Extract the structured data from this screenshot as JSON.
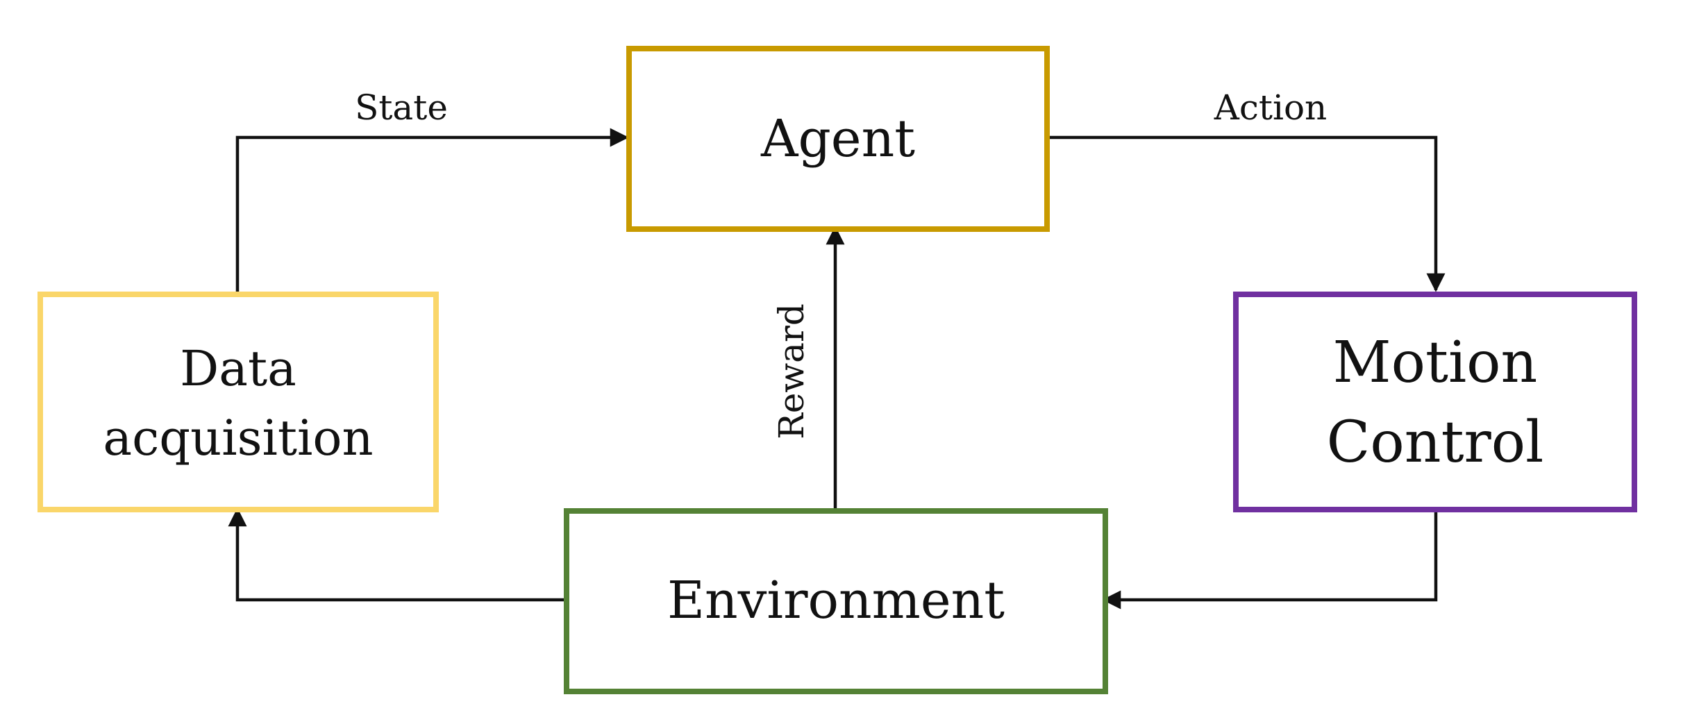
{
  "diagram": {
    "nodes": {
      "agent": {
        "lines": [
          "Agent"
        ],
        "color": "#C89A00"
      },
      "data_acquisition": {
        "lines": [
          "Data",
          "acquisition"
        ],
        "color": "#FAD66A"
      },
      "motion_control": {
        "lines": [
          "Motion",
          "Control"
        ],
        "color": "#7030A0"
      },
      "environment": {
        "lines": [
          "Environment"
        ],
        "color": "#548235"
      }
    },
    "edges": {
      "state": {
        "label": "State",
        "from": "data_acquisition",
        "to": "agent"
      },
      "action": {
        "label": "Action",
        "from": "agent",
        "to": "motion_control"
      },
      "reward": {
        "label": "Reward",
        "from": "environment",
        "to": "agent"
      },
      "control_to_environment": {
        "label": "",
        "from": "motion_control",
        "to": "environment"
      },
      "environment_to_data": {
        "label": "",
        "from": "environment",
        "to": "data_acquisition"
      }
    }
  }
}
